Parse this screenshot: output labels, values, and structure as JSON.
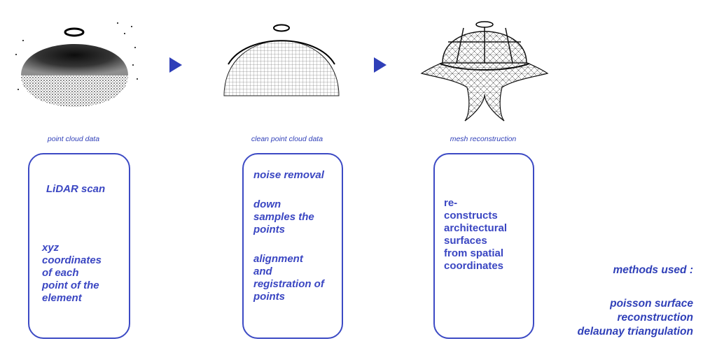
{
  "stages": [
    {
      "caption": "point cloud data",
      "box_lines": [
        "LiDAR scan",
        "xyz",
        "coordinates",
        "of each",
        "point of the",
        "element"
      ]
    },
    {
      "caption": "clean point cloud data",
      "box_lines": [
        "noise removal",
        "down",
        "samples the",
        "points",
        "alignment",
        "and",
        "registration of",
        "points"
      ]
    },
    {
      "caption": "mesh reconstruction",
      "box_lines": [
        "re-",
        "constructs",
        "architectural",
        "surfaces",
        "from spatial",
        "coordinates"
      ]
    }
  ],
  "methods": {
    "heading": "methods used :",
    "items": [
      "poisson surface",
      "reconstruction",
      "delaunay triangulation"
    ]
  },
  "colors": {
    "accent": "#2f3fb8",
    "box_border": "#3c4ac4"
  },
  "icons": [
    "point-cloud-dome-image",
    "clean-point-cloud-dome-image",
    "mesh-dome-image",
    "arrow-right-icon"
  ]
}
